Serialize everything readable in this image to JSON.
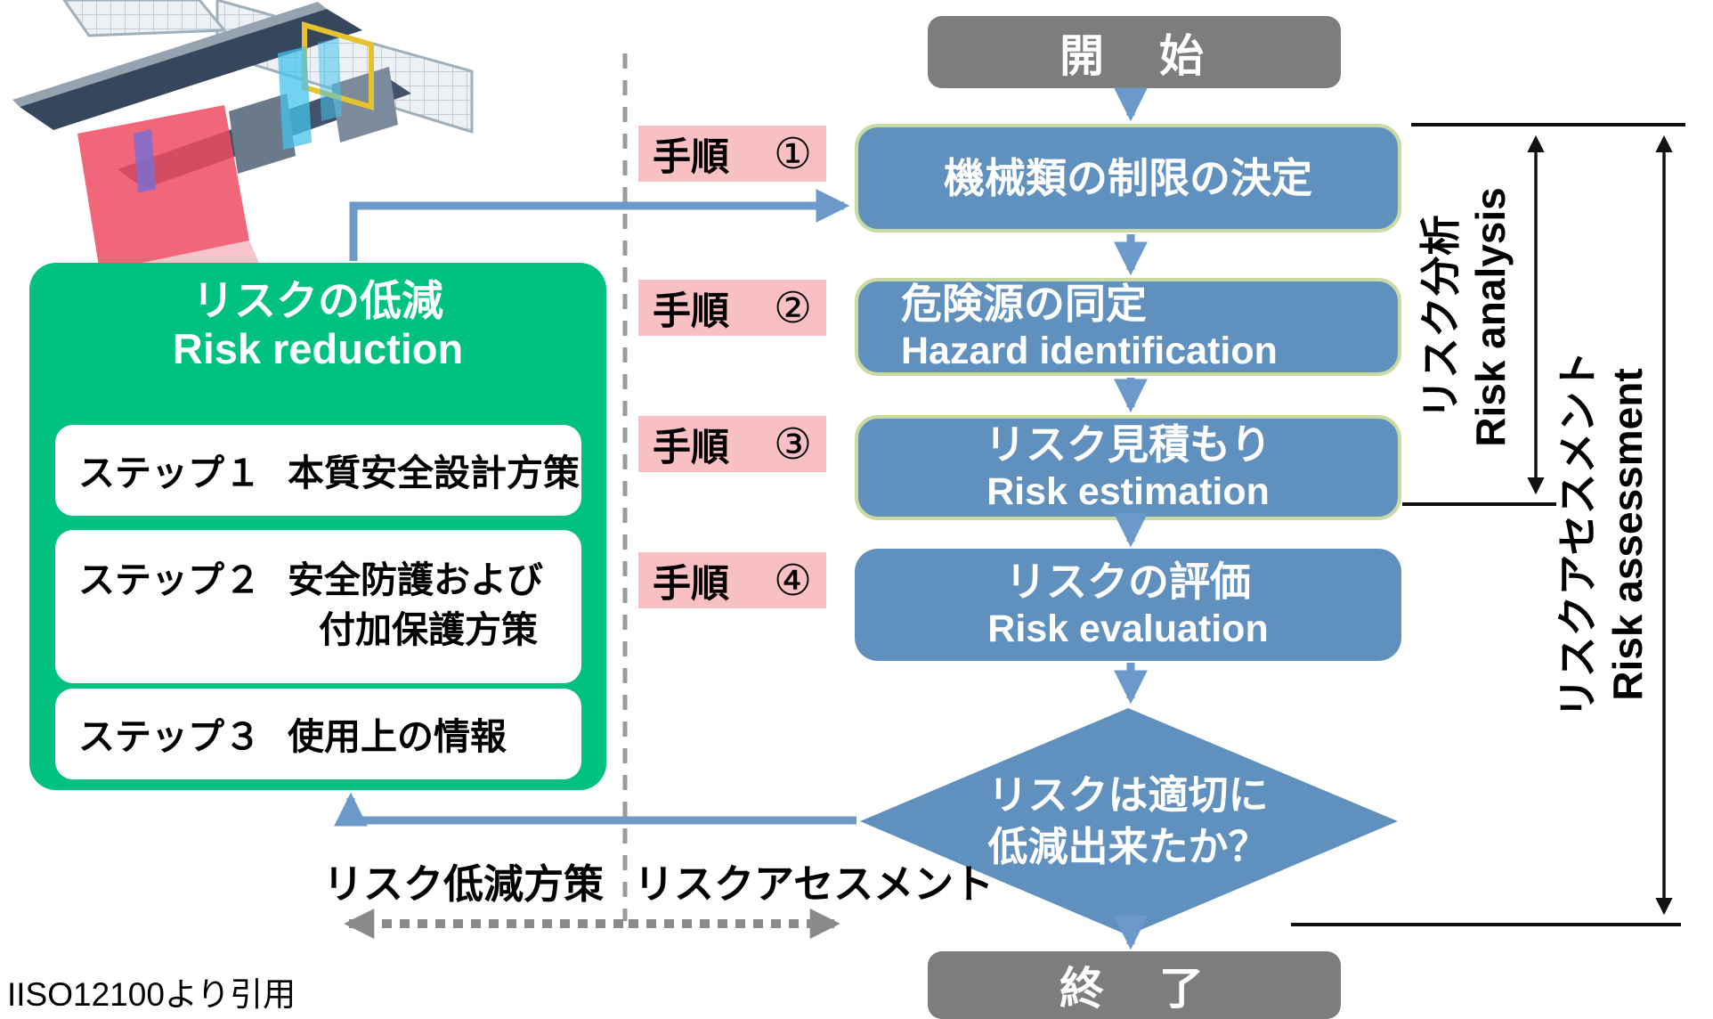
{
  "colors": {
    "process_blue": "#6090bd",
    "arrow_blue": "#6b9aca",
    "box_border_green": "#c9daa2",
    "panel_green": "#00c17e",
    "label_pink": "#f9c0c4",
    "terminal_gray": "#7d7d7d",
    "bracket_black": "#111111",
    "dotted_gray": "#8a8a8a",
    "dashed_gray": "#9b9b9b"
  },
  "terminals": {
    "start": "開　始",
    "end": "終　了"
  },
  "procedures": [
    {
      "label": "手順",
      "number": "①"
    },
    {
      "label": "手順",
      "number": "②"
    },
    {
      "label": "手順",
      "number": "③"
    },
    {
      "label": "手順",
      "number": "④"
    }
  ],
  "flow_boxes": [
    {
      "title": "機械類の制限の決定",
      "subtitle": ""
    },
    {
      "title": "危険源の同定",
      "subtitle": "Hazard identification"
    },
    {
      "title": "リスク見積もり",
      "subtitle": "Risk estimation"
    },
    {
      "title": "リスクの評価",
      "subtitle": "Risk evaluation"
    }
  ],
  "decision": {
    "line1": "リスクは適切に",
    "line2": "低減出来たか？"
  },
  "risk_reduction": {
    "title_jp": "リスクの低減",
    "title_en": "Risk reduction",
    "steps": [
      {
        "label": "ステップ１",
        "text": "本質安全設計方策",
        "text2": ""
      },
      {
        "label": "ステップ２",
        "text": "安全防護および",
        "text2": "付加保護方策"
      },
      {
        "label": "ステップ３",
        "text": "使用上の情報",
        "text2": ""
      }
    ]
  },
  "side_brackets": {
    "analysis_jp": "リスク分析",
    "analysis_en": "Risk analysis",
    "assessment_jp": "リスクアセスメント",
    "assessment_en": "Risk assessment"
  },
  "bottom_labels": {
    "left": "リスク低減方策",
    "right": "リスクアセスメント"
  },
  "footer": "IISO12100より引用"
}
